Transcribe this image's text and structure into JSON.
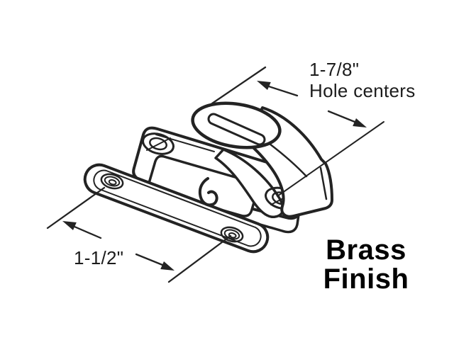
{
  "diagram": {
    "subject": "window sash lock with keeper plate, technical line drawing",
    "annotations": {
      "top_dimension": {
        "value": "1-7/8\"",
        "label": "Hole centers"
      },
      "bottom_dimension": {
        "value": "1-1/2\""
      },
      "finish": {
        "line1": "Brass",
        "line2": "Finish"
      }
    },
    "colors": {
      "background": "#ffffff",
      "line_art": "#232323",
      "text": "#000000"
    }
  }
}
